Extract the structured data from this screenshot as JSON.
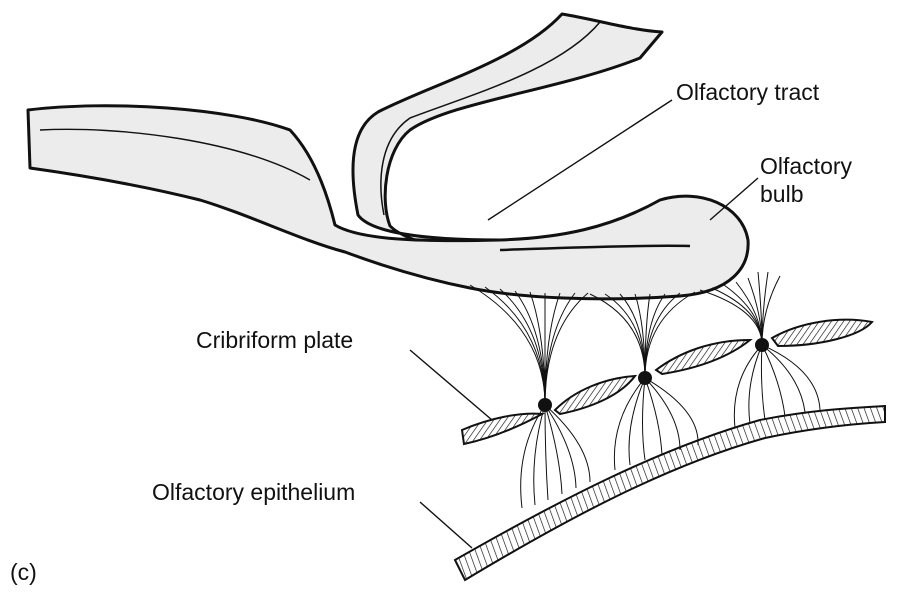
{
  "labels": {
    "tract": "Olfactory tract",
    "bulb_line1": "Olfactory",
    "bulb_line2": "bulb",
    "cribriform": "Cribriform plate",
    "epithelium": "Olfactory epithelium",
    "panel": "(c)"
  },
  "colors": {
    "ink": "#111111",
    "fill": "#ececec",
    "background": "#ffffff"
  }
}
